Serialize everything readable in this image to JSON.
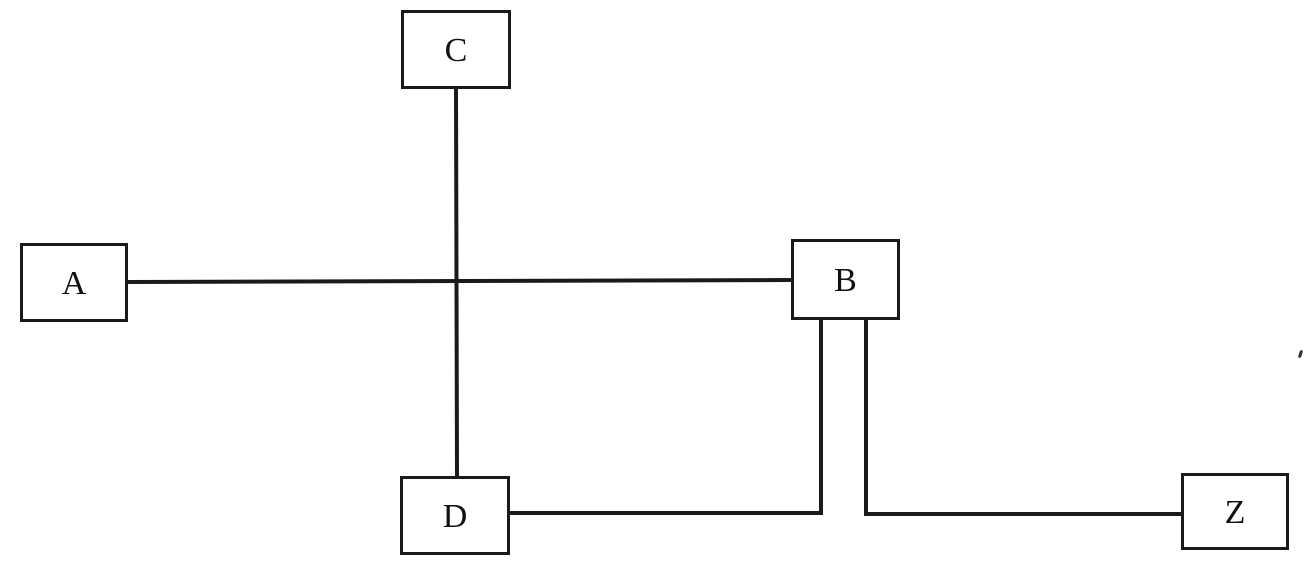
{
  "diagram": {
    "description": "Undirected box-and-line network diagram with five labeled nodes",
    "nodes": [
      {
        "id": "C",
        "label": "C"
      },
      {
        "id": "A",
        "label": "A"
      },
      {
        "id": "B",
        "label": "B"
      },
      {
        "id": "D",
        "label": "D"
      },
      {
        "id": "Z",
        "label": "Z"
      }
    ],
    "edges": [
      {
        "from": "A",
        "to": "B"
      },
      {
        "from": "C",
        "to": "D"
      },
      {
        "from": "B",
        "to": "D"
      },
      {
        "from": "B",
        "to": "Z"
      }
    ],
    "colors": {
      "line": "#1a1a1a",
      "box_border": "#1a1a1a",
      "background": "#ffffff"
    }
  }
}
